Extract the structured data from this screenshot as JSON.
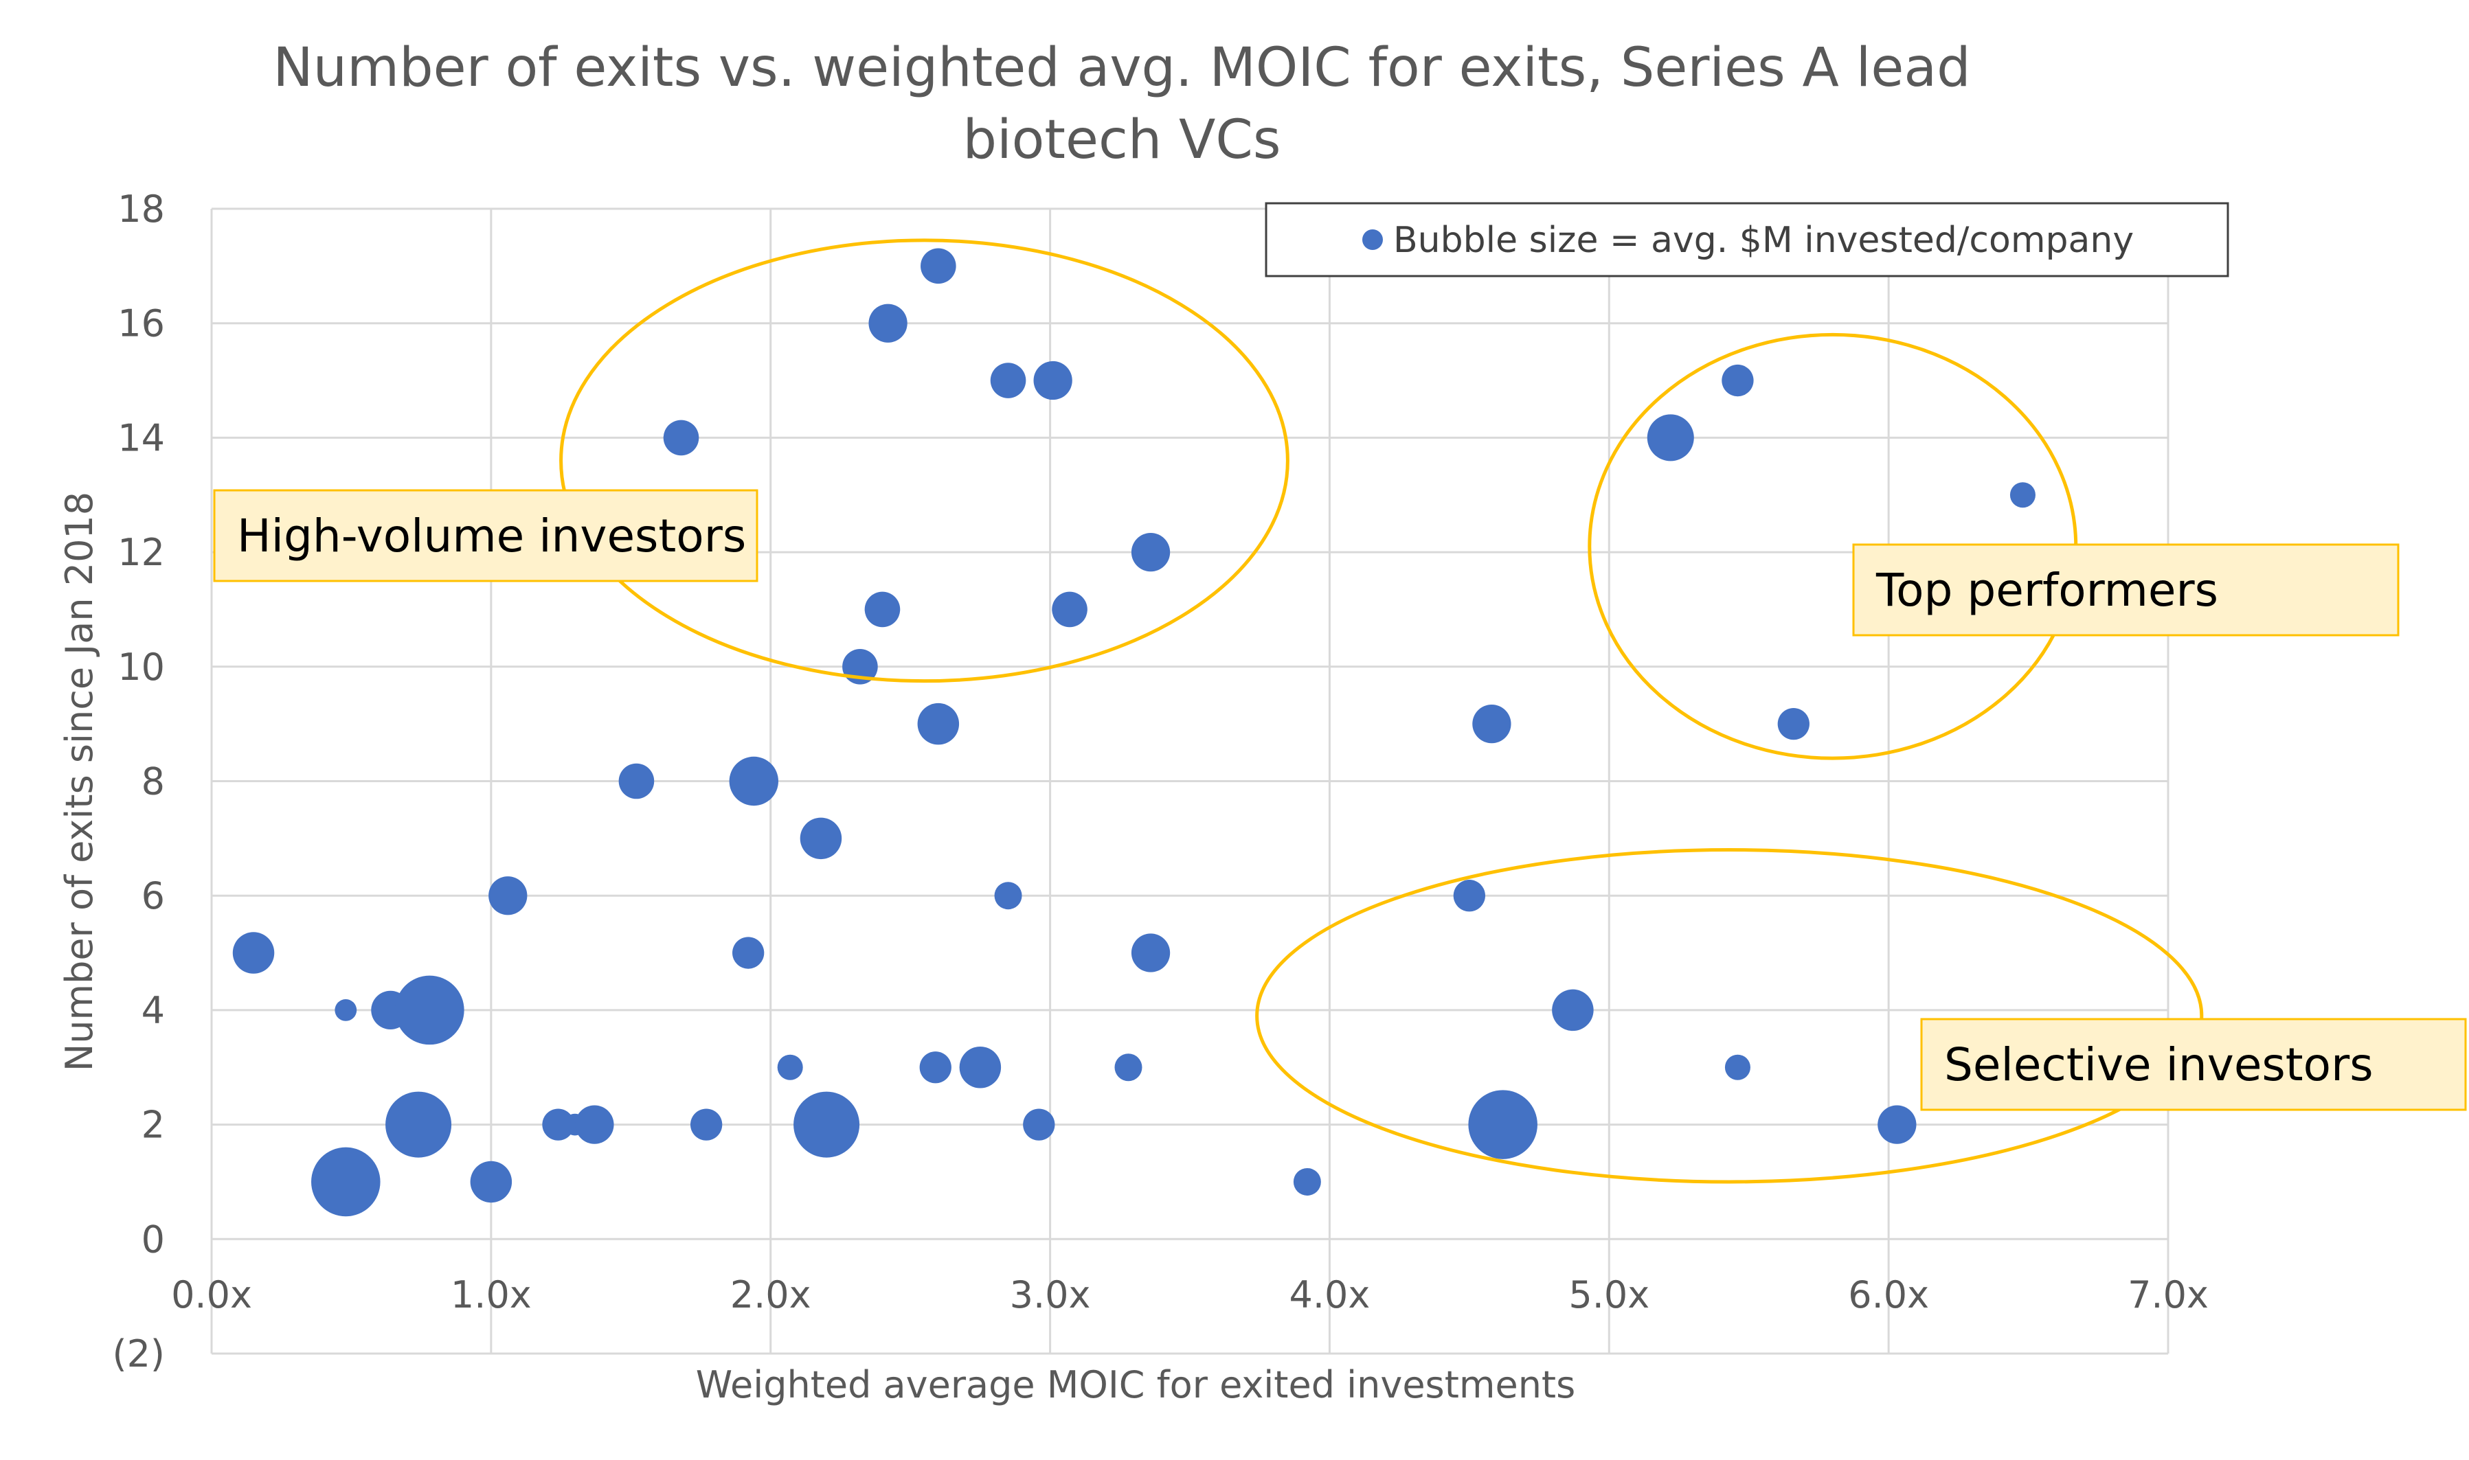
{
  "chart_data": {
    "type": "scatter",
    "title": "Number of exits vs. weighted avg. MOIC for exits, Series A lead biotech VCs",
    "title_lines": [
      "Number of exits vs. weighted avg. MOIC for exits, Series A lead",
      "biotech VCs"
    ],
    "xlabel": "Weighted average MOIC for exited investments",
    "ylabel": "Number of exits since Jan 2018",
    "xlim": [
      0,
      7
    ],
    "ylim": [
      -2,
      18
    ],
    "x_ticks": [
      {
        "value": 0,
        "label": "0.0x"
      },
      {
        "value": 1,
        "label": "1.0x"
      },
      {
        "value": 2,
        "label": "2.0x"
      },
      {
        "value": 3,
        "label": "3.0x"
      },
      {
        "value": 4,
        "label": "4.0x"
      },
      {
        "value": 5,
        "label": "5.0x"
      },
      {
        "value": 6,
        "label": "6.0x"
      },
      {
        "value": 7,
        "label": "7.0x"
      }
    ],
    "y_ticks": [
      {
        "value": -2,
        "label": "(2)"
      },
      {
        "value": 0,
        "label": "0"
      },
      {
        "value": 2,
        "label": "2"
      },
      {
        "value": 4,
        "label": "4"
      },
      {
        "value": 6,
        "label": "6"
      },
      {
        "value": 8,
        "label": "8"
      },
      {
        "value": 10,
        "label": "10"
      },
      {
        "value": 12,
        "label": "12"
      },
      {
        "value": 14,
        "label": "14"
      },
      {
        "value": 16,
        "label": "16"
      },
      {
        "value": 18,
        "label": "18"
      }
    ],
    "grid": true,
    "legend": {
      "position": "top-right",
      "label": "Bubble size = avg. $M invested/company"
    },
    "colors": {
      "bubble": "#4472C4",
      "highlight_ellipse": "#FFC000",
      "annotation_fill": "#FFF2CC",
      "annotation_border": "#FFC000",
      "grid": "#D9D9D9",
      "text": "#595959"
    },
    "series": [
      {
        "points": [
          {
            "x": 2.6,
            "y": 17,
            "size": 2
          },
          {
            "x": 2.42,
            "y": 16,
            "size": 2.5
          },
          {
            "x": 2.85,
            "y": 15,
            "size": 2
          },
          {
            "x": 3.01,
            "y": 15,
            "size": 2.5
          },
          {
            "x": 1.68,
            "y": 14,
            "size": 2
          },
          {
            "x": 3.36,
            "y": 12,
            "size": 2.5
          },
          {
            "x": 2.4,
            "y": 11,
            "size": 2
          },
          {
            "x": 3.07,
            "y": 11,
            "size": 2
          },
          {
            "x": 2.32,
            "y": 10,
            "size": 2
          },
          {
            "x": 2.6,
            "y": 9,
            "size": 3
          },
          {
            "x": 1.52,
            "y": 8,
            "size": 2
          },
          {
            "x": 1.94,
            "y": 8,
            "size": 4.5
          },
          {
            "x": 2.18,
            "y": 7,
            "size": 3
          },
          {
            "x": 1.06,
            "y": 6,
            "size": 2.5
          },
          {
            "x": 2.85,
            "y": 6,
            "size": 1
          },
          {
            "x": 0.15,
            "y": 5,
            "size": 3
          },
          {
            "x": 1.92,
            "y": 5,
            "size": 1.5
          },
          {
            "x": 3.36,
            "y": 5,
            "size": 2.5
          },
          {
            "x": 0.48,
            "y": 4,
            "size": 0.5
          },
          {
            "x": 0.64,
            "y": 4,
            "size": 2.5
          },
          {
            "x": 0.78,
            "y": 4,
            "size": 10
          },
          {
            "x": 2.07,
            "y": 3,
            "size": 0.8
          },
          {
            "x": 2.59,
            "y": 3,
            "size": 1.5
          },
          {
            "x": 2.75,
            "y": 3,
            "size": 3
          },
          {
            "x": 3.28,
            "y": 3,
            "size": 1
          },
          {
            "x": 0.74,
            "y": 2,
            "size": 9
          },
          {
            "x": 1.24,
            "y": 2,
            "size": 1.5
          },
          {
            "x": 1.3,
            "y": 2,
            "size": 0.5
          },
          {
            "x": 1.37,
            "y": 2,
            "size": 2.5
          },
          {
            "x": 1.77,
            "y": 2,
            "size": 1.5
          },
          {
            "x": 2.2,
            "y": 2,
            "size": 9
          },
          {
            "x": 2.96,
            "y": 2,
            "size": 1.5
          },
          {
            "x": 0.48,
            "y": 1,
            "size": 10
          },
          {
            "x": 1.0,
            "y": 1,
            "size": 3
          },
          {
            "x": 3.92,
            "y": 1,
            "size": 1
          },
          {
            "x": 4.58,
            "y": 9,
            "size": 2.5
          },
          {
            "x": 4.5,
            "y": 6,
            "size": 1.5
          },
          {
            "x": 4.87,
            "y": 4,
            "size": 3
          },
          {
            "x": 4.62,
            "y": 2,
            "size": 10
          },
          {
            "x": 5.46,
            "y": 3,
            "size": 0.8
          },
          {
            "x": 6.03,
            "y": 2,
            "size": 2.5
          },
          {
            "x": 5.22,
            "y": 14,
            "size": 4
          },
          {
            "x": 5.46,
            "y": 15,
            "size": 1.5
          },
          {
            "x": 6.48,
            "y": 13,
            "size": 0.8
          },
          {
            "x": 5.66,
            "y": 9,
            "size": 1.5
          }
        ]
      }
    ],
    "annotations": [
      {
        "text": "High-volume investors",
        "group": "high-volume"
      },
      {
        "text": "Top performers",
        "group": "top-performers"
      },
      {
        "text": "Selective investors",
        "group": "selective"
      }
    ]
  }
}
